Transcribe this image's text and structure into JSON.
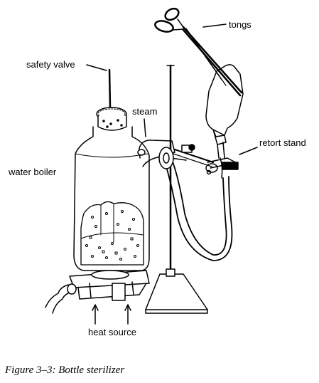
{
  "diagram": {
    "labels": {
      "tongs": "tongs",
      "safety_valve": "safety valve",
      "steam": "steam",
      "retort_stand": "retort stand",
      "water_boiler": "water boiler",
      "heat_source": "heat source"
    },
    "caption": "Figure 3–3: Bottle sterilizer"
  }
}
